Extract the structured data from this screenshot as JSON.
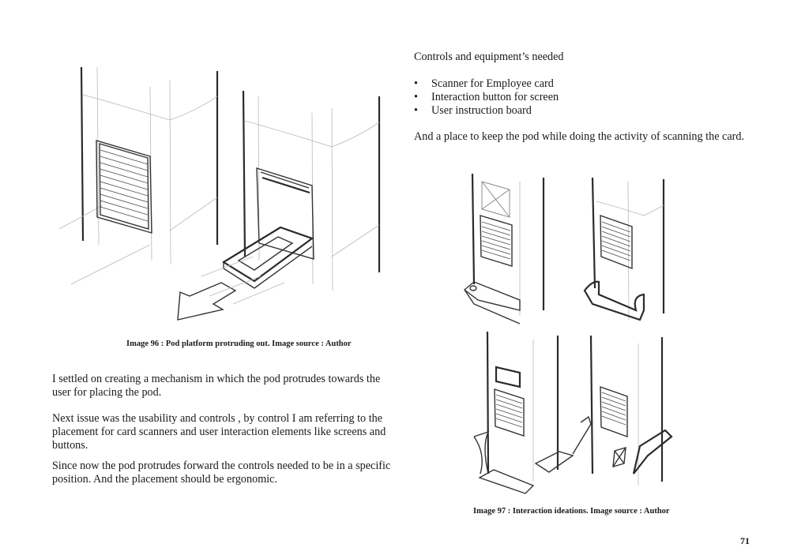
{
  "page": {
    "number": "71"
  },
  "left": {
    "figure": {
      "caption": "Image 96  : Pod platform protruding out.   Image source : Author",
      "description": "Pencil sketch of two pillars; left with grille vent, right with pod platform sliding out and arrow"
    },
    "paragraphs": [
      "I settled on creating a mechanism in which the pod protrudes towards the user for placing the pod.",
      "Next issue was the usability and controls ,  by control I am referring to the placement for card scanners and user interaction elements like screens and buttons.",
      "Since now the pod protrudes forward the controls needed to be in a specific position. And the placement should be ergonomic."
    ]
  },
  "right": {
    "heading": "Controls and equipment’s needed",
    "bullet_glyph": "•",
    "bullets": [
      "Scanner for Employee card",
      "Interaction button for screen",
      "User instruction board"
    ],
    "closing": "And a place to keep the pod while doing the activity of scanning the card.",
    "figure": {
      "caption": "Image 97  : Interaction ideations.   Image source : Author",
      "description": "Four pencil sketches of pillar interaction ideations with grilles, screens and pod trays"
    }
  }
}
